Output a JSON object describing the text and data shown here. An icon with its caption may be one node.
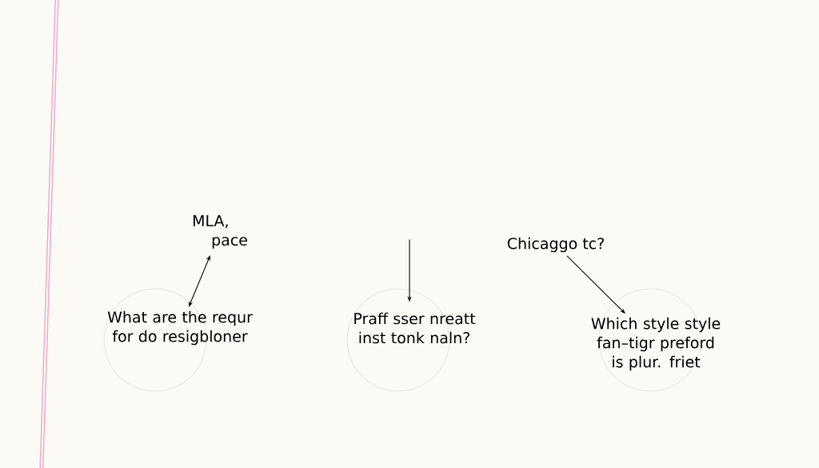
{
  "diagram": {
    "nodes": [
      {
        "text": [
          "MLA,",
          "pace"
        ]
      },
      {
        "text": [
          "What are the requr for do resigbloner"
        ]
      },
      {
        "text": [
          "Praff sser nreatt inst tonk naln?"
        ]
      },
      {
        "text": [
          "Chicaggo tc?"
        ]
      },
      {
        "text": [
          "Which style style fan–tigr preford is plur. friet"
        ]
      }
    ],
    "edges": [
      {
        "from": 0,
        "to": 1,
        "arrow": "both"
      },
      {
        "from": null,
        "to": 2,
        "arrow": "to"
      },
      {
        "from": 3,
        "to": 4,
        "arrow": "to"
      }
    ]
  }
}
